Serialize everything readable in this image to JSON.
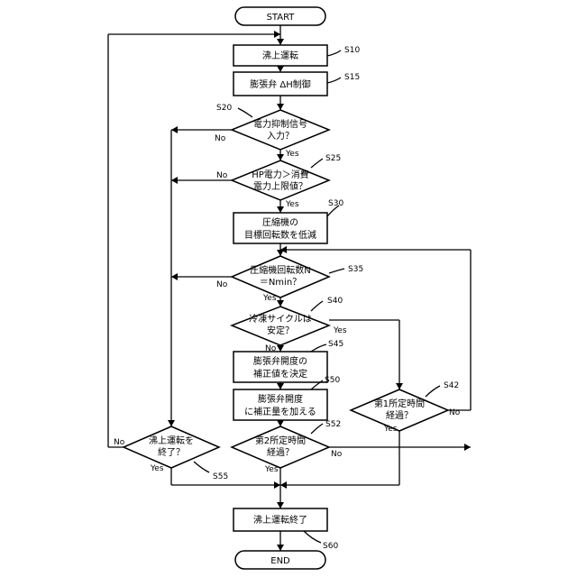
{
  "flowchart": {
    "start": "START",
    "end": "END",
    "s10": {
      "text": "沸上運転",
      "step": "S10"
    },
    "s15": {
      "text": "膨張弁 ΔH制御",
      "step": "S15"
    },
    "s20": {
      "line1": "電力抑制信号",
      "line2": "入力？",
      "step": "S20"
    },
    "s25": {
      "line1": "HP電力＞消費",
      "line2": "電力上限値？",
      "step": "S25"
    },
    "s30": {
      "line1": "圧縮機の",
      "line2": "目標回転数を低減",
      "step": "S30"
    },
    "s35": {
      "line1": "圧縮機回転数N",
      "line2": "＝Nmin？",
      "step": "S35"
    },
    "s40": {
      "line1": "冷凍サイクルは",
      "line2": "安定？",
      "step": "S40"
    },
    "s45": {
      "line1": "膨張弁開度の",
      "line2": "補正値を決定",
      "step": "S45"
    },
    "s50": {
      "line1": "膨張弁開度",
      "line2": "に補正量を加える",
      "step": "S50"
    },
    "s42": {
      "line1": "第1所定時間",
      "line2": "経過？",
      "step": "S42"
    },
    "s52": {
      "line1": "第2所定時間",
      "line2": "経過？",
      "step": "S52"
    },
    "s55": {
      "line1": "沸上運転を",
      "line2": "終了？",
      "step": "S55"
    },
    "s60": {
      "text": "沸上運転終了",
      "step": "S60"
    },
    "labels": {
      "yes": "Yes",
      "no": "No"
    }
  }
}
